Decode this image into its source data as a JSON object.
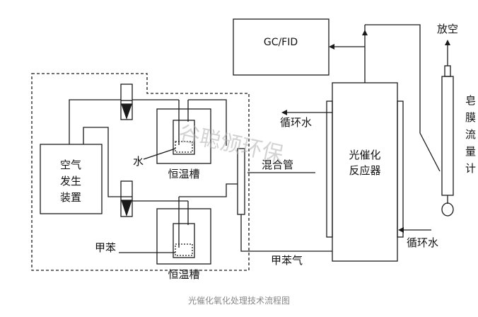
{
  "diagram": {
    "gc_fid": "GC/FID",
    "vent": "放空",
    "soap_film_meter": [
      "皂",
      "膜",
      "流",
      "量",
      "计"
    ],
    "cooling_water_out": "循环水",
    "cooling_water_in": "循环水",
    "reactor": [
      "光催化",
      "反应器"
    ],
    "air_generator": [
      "空气",
      "发生",
      "装置"
    ],
    "water": "水",
    "thermostat_top": "恒温槽",
    "thermostat_bottom": "恒温槽",
    "mixing_tube": "混合管",
    "toluene": "甲苯",
    "toluene_gas": "甲苯气",
    "watermark": "谷聪颁环保"
  },
  "caption": "光催化氧化处理技术流程图",
  "colors": {
    "line": "#1a1a1a",
    "caption": "#888888",
    "watermark": "#b0b0b0"
  }
}
